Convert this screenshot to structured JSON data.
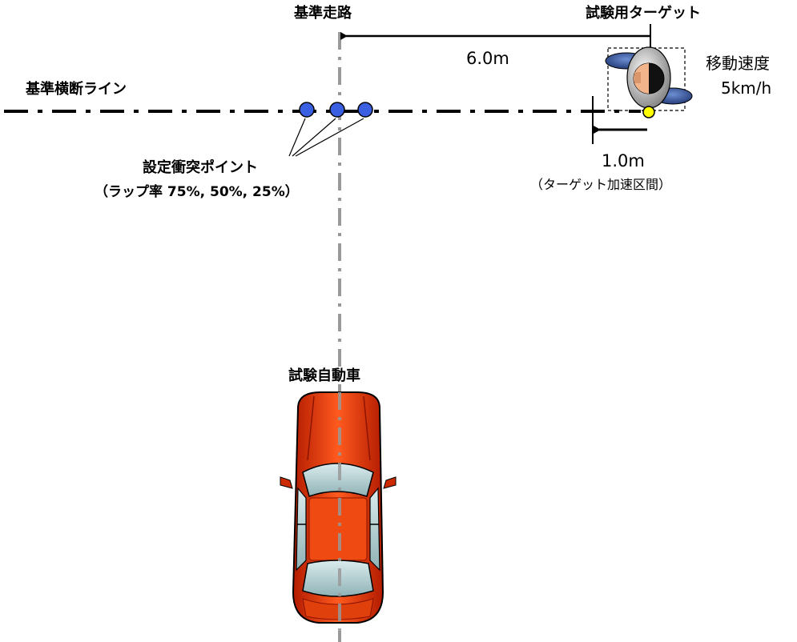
{
  "labels": {
    "reference_path": "基準走路",
    "test_target": "試験用ターゲット",
    "reference_crossing_line": "基準横断ライン",
    "move_speed_label": "移動速度",
    "move_speed_value": "5km/h",
    "distance_main": "6.0m",
    "distance_accel": "1.0m",
    "accel_section": "（ターゲット加速区間）",
    "collision_points_title": "設定衝突ポイント",
    "overlap_rates": "（ラップ率 75%, 50%, 25%）",
    "test_vehicle": "試験自動車"
  },
  "colors": {
    "collision_point": "#3a5fe0",
    "target_marker": "#ffff00",
    "vehicle_body": "#e83a0c",
    "vehicle_glass": "#b7d3d6",
    "center_line": "#999999"
  },
  "icons": {
    "target": "pedestrian-dummy-icon",
    "vehicle": "car-topview-icon"
  }
}
